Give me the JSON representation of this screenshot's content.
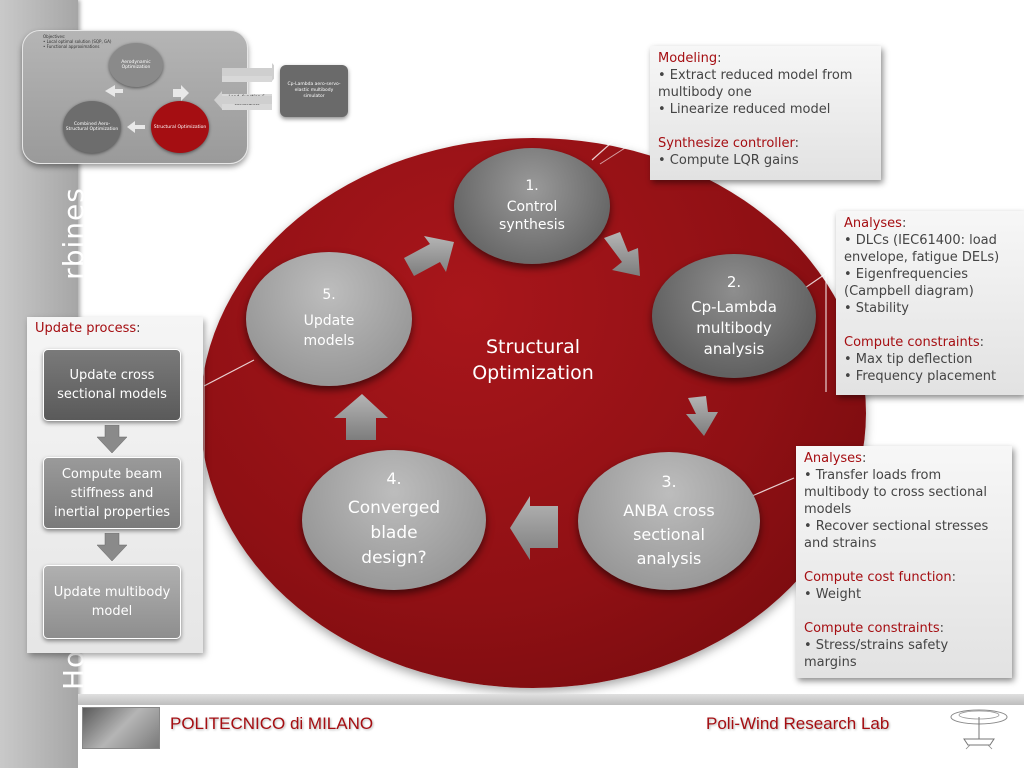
{
  "slide": {
    "vertical_title": "Horizontal axis wind turbines",
    "vertical_title_visible_fragments": [
      "Ho",
      "rbines"
    ]
  },
  "thumbnail": {
    "objectives_lines": [
      "Objectives:",
      "• Local optimal solution (SQP, GA)",
      "• Functional approximations"
    ],
    "nodes": {
      "aero": "Aerodynamic Optimization",
      "combined": "Combined Aero-Structural Optimization",
      "structural": "Structural Optimization"
    },
    "parameters_label": "Parameters",
    "loads_label": "Load, function & constraints",
    "simulator_label": "Cp-Lambda aero-servo-elastic multibody simulator"
  },
  "cycle": {
    "center_title": "Structural Optimization",
    "nodes": [
      {
        "number": "1.",
        "label": "Control synthesis"
      },
      {
        "number": "2.",
        "label": "Cp-Lambda multibody analysis"
      },
      {
        "number": "3.",
        "label": "ANBA cross sectional analysis"
      },
      {
        "number": "4.",
        "label": "Converged blade design?"
      },
      {
        "number": "5.",
        "label": "Update models"
      }
    ]
  },
  "callouts": {
    "modeling": {
      "header1": "Modeling",
      "items1": [
        "• Extract reduced model from multibody one",
        "•  Linearize reduced model"
      ],
      "header2": "Synthesize controller",
      "items2": [
        "• Compute LQR gains"
      ]
    },
    "analyses_multibody": {
      "header1": "Analyses",
      "items1": [
        "• DLCs (IEC61400: load envelope, fatigue DELs)",
        "• Eigenfrequencies (Campbell diagram)",
        "• Stability"
      ],
      "header2": "Compute constraints",
      "items2": [
        "• Max tip deflection",
        "• Frequency placement"
      ]
    },
    "analyses_anba": {
      "header1": "Analyses",
      "items1": [
        "• Transfer loads from multibody to cross sectional models",
        "• Recover sectional stresses and strains"
      ],
      "header2": "Compute cost function",
      "items2": [
        "• Weight"
      ],
      "header3": "Compute  constraints",
      "items3": [
        "• Stress/strains safety margins"
      ]
    }
  },
  "update_process": {
    "title": "Update process",
    "steps": [
      "Update cross sectional models",
      "Compute beam stiffness and inertial properties",
      "Update multibody model"
    ]
  },
  "footer": {
    "left": "POLITECNICO di MILANO",
    "right": "Poli-Wind Research Lab"
  },
  "colors": {
    "accent_red": "#a50e12",
    "disc_red": "#8f1014",
    "node_grey": "#6a6a6a"
  }
}
